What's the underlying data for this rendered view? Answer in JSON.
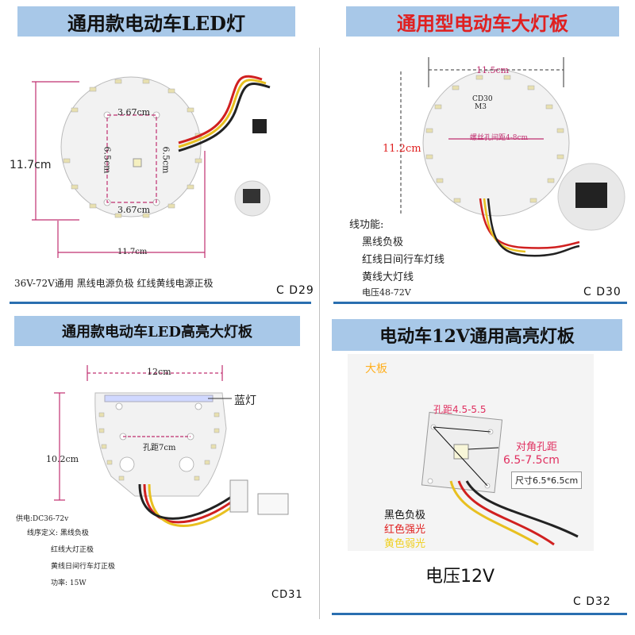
{
  "cd29": {
    "title": "通用款电动车LED灯",
    "dim_height": "11.7cm",
    "dim_width": "11.7cm",
    "dim_inner_w_top": "3.67cm",
    "dim_inner_w_bottom": "3.67cm",
    "dim_inner_h_left": "6.5cm",
    "dim_inner_h_right": "6.5cm",
    "note": "36V-72V通用  黑线电源负极   红线黄线电源正极",
    "code": "C D29"
  },
  "cd30": {
    "title": "通用型电动车大灯板",
    "dim_width": "11.5cm",
    "dim_height": "11.2cm",
    "board_code": "CD30",
    "board_sub": "M3",
    "hole_label": "螺丝孔间距4-8cm",
    "func_title": "线功能:",
    "func_lines": [
      "黑线负极",
      "红线日间行车灯线",
      "黄线大灯线"
    ],
    "voltage": "电压48-72V",
    "code": "C D30"
  },
  "cd31": {
    "title": "通用款电动车LED高亮大灯板",
    "dim_width": "12cm",
    "dim_height": "10.2cm",
    "blue_light": "蓝灯",
    "hole_spacing": "孔距7cm",
    "specs": [
      "供电:DC36-72v",
      "线序定义:  黑线负极",
      "红线大灯正极",
      "黄线日间行车灯正极",
      "功率: 15W"
    ],
    "code": "CD31"
  },
  "cd32": {
    "title": "电动车12V通用高亮灯板",
    "big_label": "大板",
    "hole_range": "孔距4.5-5.5",
    "diag_title": "对角孔距",
    "diag_range": "6.5-7.5cm",
    "size": "尺寸6.5*6.5cm",
    "wires": [
      "黑色负极",
      "红色强光",
      "黄色弱光"
    ],
    "voltage": "电压12V",
    "code": "C D32"
  },
  "colors": {
    "title_bg": "#a8c8e8",
    "accent_blue": "#2a6fb0",
    "dim_pink": "#c03070",
    "red_text": "#e02020"
  }
}
